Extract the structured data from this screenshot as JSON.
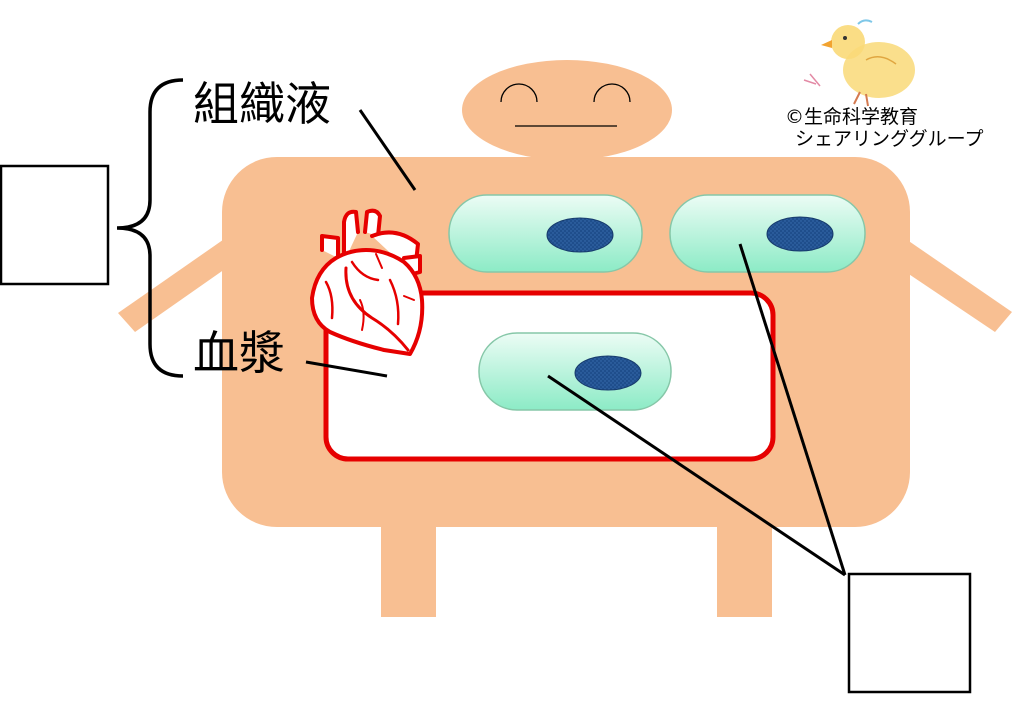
{
  "labels": {
    "tissue_fluid": "組織液",
    "plasma": "血漿"
  },
  "copyright": {
    "line1": "©生命科学教育",
    "line2": "シェアリンググループ"
  },
  "answer_boxes": [
    {
      "name": "left-answer-box",
      "value": ""
    },
    {
      "name": "bottom-right-answer-box",
      "value": ""
    }
  ],
  "colors": {
    "body": "#F8BF92",
    "vessel_border": "#E60000",
    "cell_fill_top": "#E8FBF3",
    "cell_fill_bottom": "#8EEDC9",
    "cell_border": "#86C7A8",
    "nucleus": "#1F4E8C",
    "heart": "#E60000",
    "lines": "#000000"
  },
  "icons": [
    "heart-icon",
    "chick-icon"
  ]
}
